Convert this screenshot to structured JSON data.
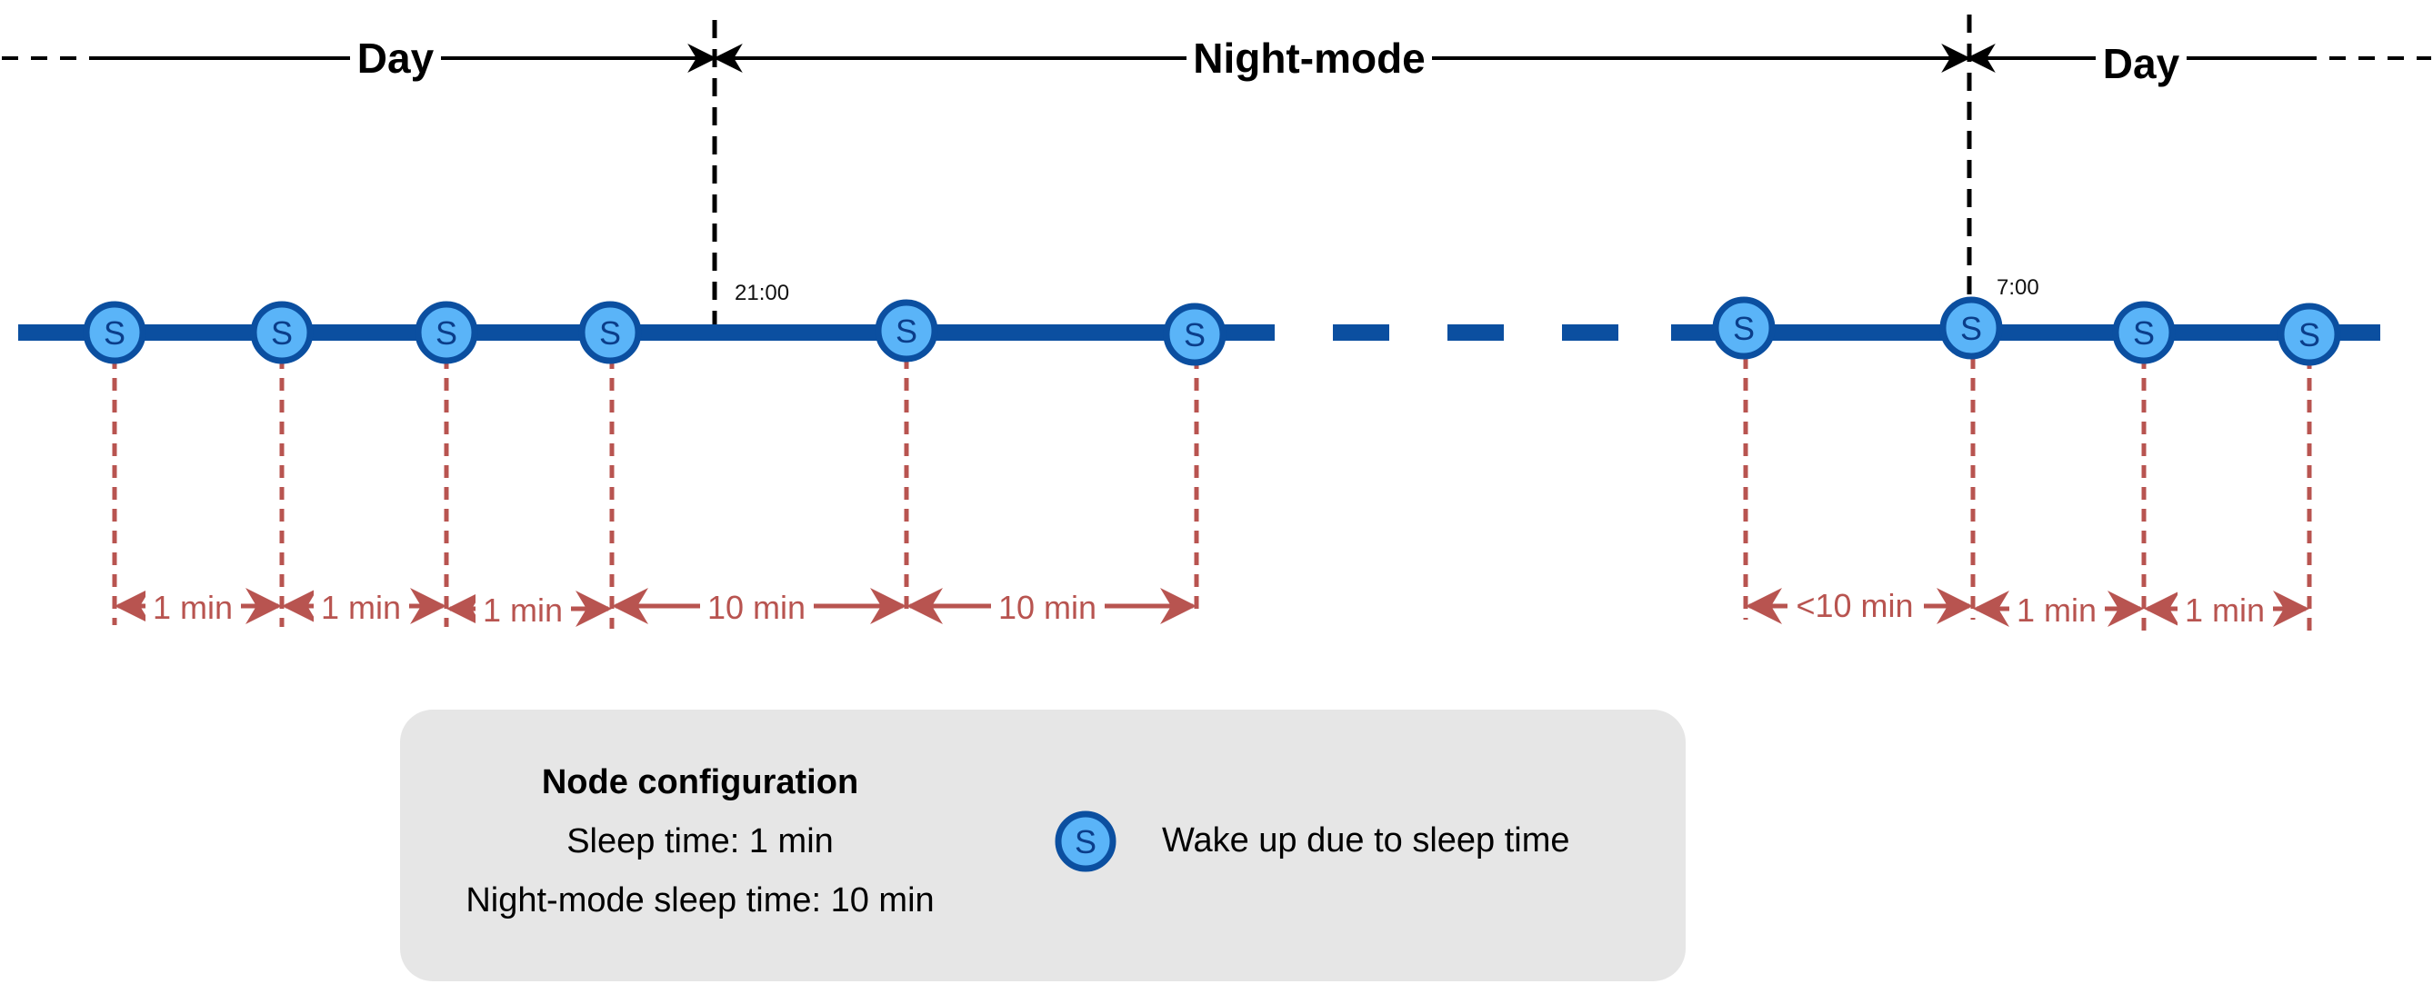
{
  "periods": {
    "day_left": "Day",
    "night": "Night-mode",
    "day_right": "Day"
  },
  "times": {
    "night_start": "21:00",
    "night_end": "7:00"
  },
  "node_symbol": "S",
  "intervals": [
    "1 min",
    "1 min",
    "1 min",
    "10 min",
    "10 min",
    "<10 min",
    "1 min",
    "1 min"
  ],
  "legend": {
    "config_title": "Node configuration",
    "sleep_time": "Sleep time: 1 min",
    "night_sleep_time": "Night-mode sleep time: 10 min",
    "wake_label": "Wake up due to sleep time"
  },
  "colors": {
    "timeline": "#0b4fa0",
    "node_fill": "#5ab4f8",
    "node_stroke": "#0b4fa0",
    "interval": "#b85450",
    "legend_bg": "#e6e6e6"
  }
}
